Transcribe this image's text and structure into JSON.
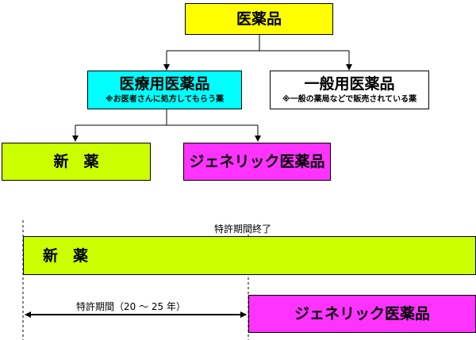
{
  "tree": {
    "root": {
      "label": "医薬品",
      "color": "#FFFF00"
    },
    "prescription": {
      "label": "医療用医薬品",
      "note": "※お医者さんに処方してもらう薬",
      "color": "#00FFFF"
    },
    "otc": {
      "label": "一般用医薬品",
      "note": "※一般の薬局などで販売されている薬",
      "color": "#FFFFFF"
    },
    "new_drug": {
      "label": "新　薬",
      "color": "#CCFF00"
    },
    "generic": {
      "label": "ジェネリック医薬品",
      "color": "#FF33FF"
    }
  },
  "timeline": {
    "patent_end_label": "特許期間終了",
    "new_drug_bar": {
      "label": "新　薬",
      "color": "#CCFF00"
    },
    "patent_period_label": "特許期間（20 ～ 25 年）",
    "generic_bar": {
      "label": "ジェネリック医薬品",
      "color": "#FF33FF"
    }
  }
}
